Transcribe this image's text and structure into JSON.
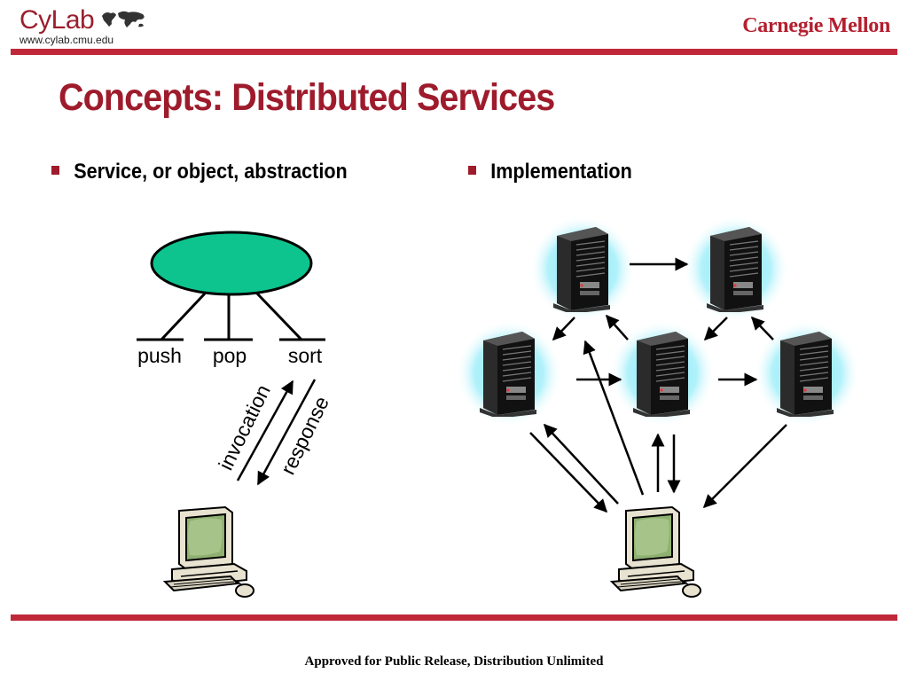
{
  "header": {
    "logo_text": "CyLab",
    "logo_url": "www.cylab.cmu.edu",
    "university": "Carnegie Mellon"
  },
  "slide": {
    "title": "Concepts: Distributed Services",
    "bullets": [
      {
        "text": "Service, or object, abstraction"
      },
      {
        "text": "Implementation"
      }
    ]
  },
  "diagram": {
    "methods": [
      "push",
      "pop",
      "sort"
    ],
    "arrow_labels": {
      "up": "invocation",
      "down": "response"
    }
  },
  "footer": {
    "text": "Approved for Public Release, Distribution Unlimited"
  },
  "colors": {
    "accent": "#9e1b2c",
    "bar": "#c0283a",
    "ellipse": "#0dc48e",
    "glow": "#7fe6f6"
  }
}
